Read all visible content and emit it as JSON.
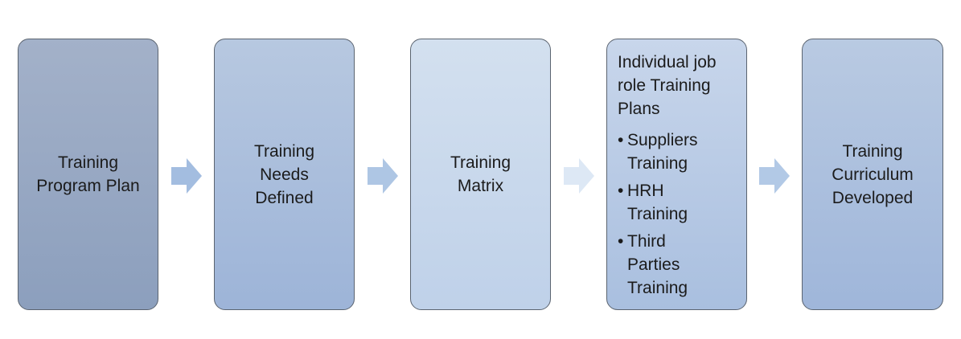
{
  "steps": [
    {
      "label": "Training Program Plan"
    },
    {
      "label": "Training Needs Defined"
    },
    {
      "label": "Training Matrix"
    },
    {
      "title": "Individual job role Training Plans",
      "bullet_symbol": "•",
      "items": [
        "Suppliers Training",
        "HRH Training",
        "Third Parties Training"
      ]
    },
    {
      "label": "Training Curriculum Developed"
    }
  ],
  "colors": {
    "arrow_1": "#a3bde0",
    "arrow_2": "#aec6e4",
    "arrow_3": "#dde8f5",
    "arrow_4": "#b2c9e6",
    "box_border": "#5b6470"
  }
}
